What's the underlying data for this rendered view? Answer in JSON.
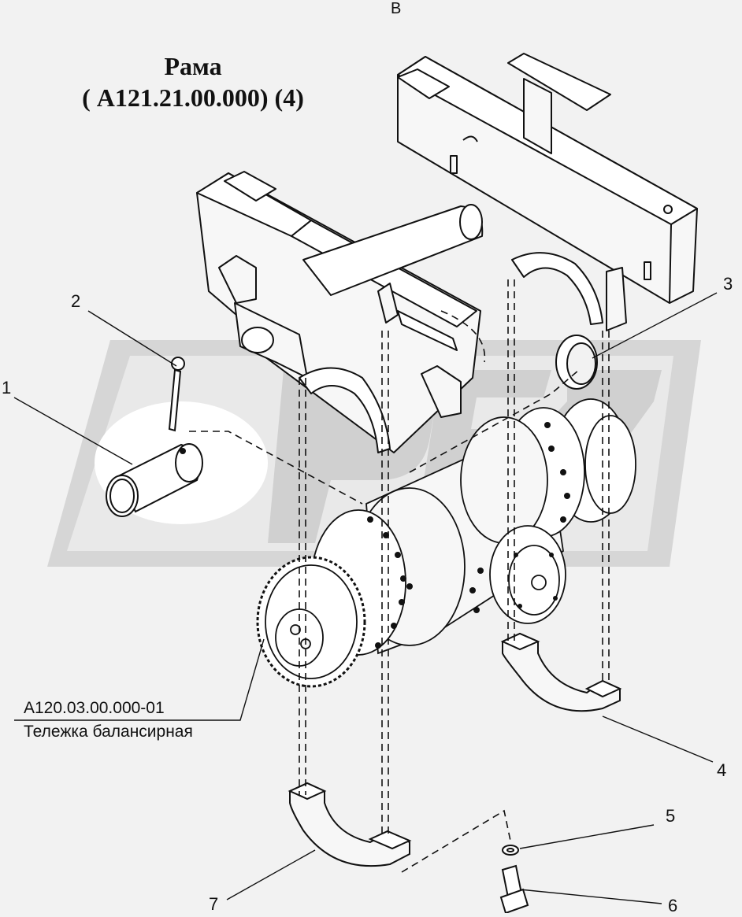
{
  "header": {
    "view_label": "В",
    "title_line1": "Рама",
    "title_line2": "( А121.21.00.000) (4)"
  },
  "assembly": {
    "code": "А120.03.00.000-01",
    "name": "Тележка балансирная"
  },
  "callouts": [
    "1",
    "2",
    "3",
    "4",
    "5",
    "6",
    "7"
  ],
  "colors": {
    "line": "#111111",
    "paper": "#f2f2f2",
    "watermark": "#d4d4d4"
  }
}
